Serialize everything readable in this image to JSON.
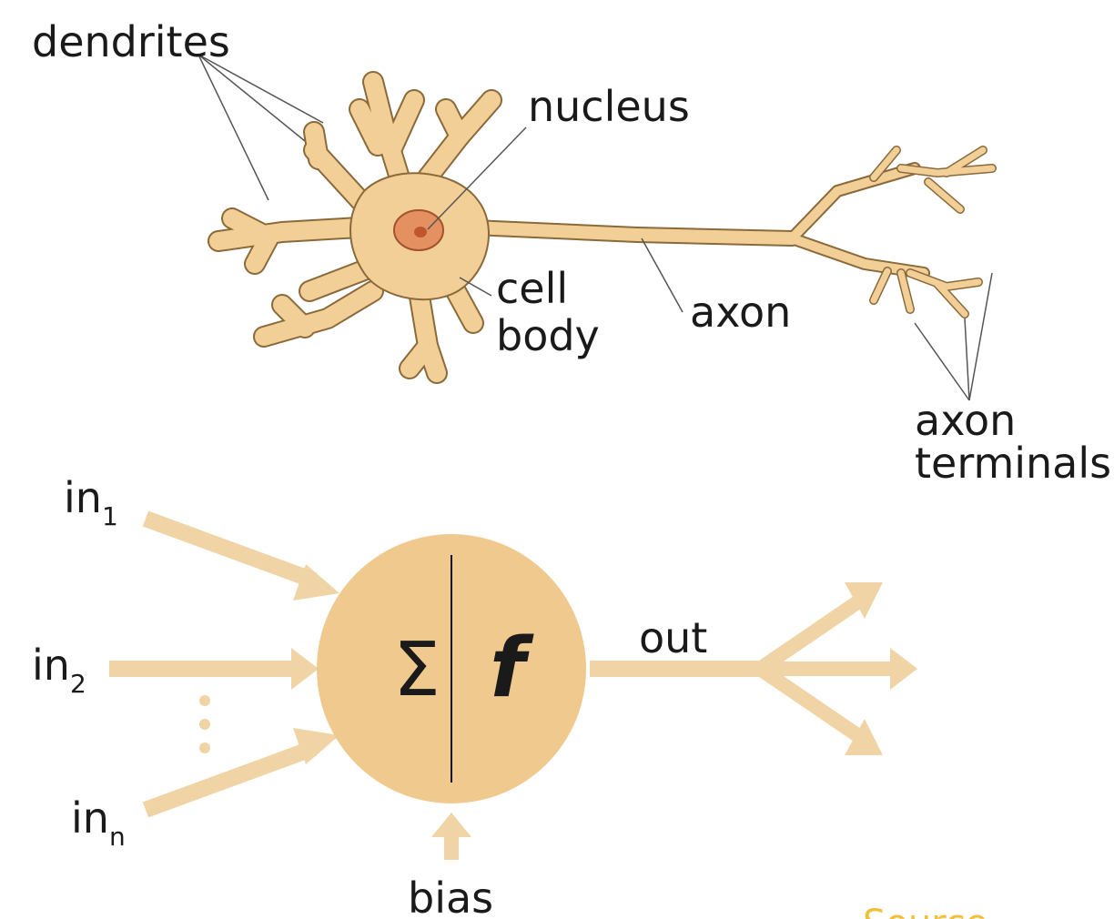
{
  "neuron": {
    "label_dendrites": "dendrites",
    "label_nucleus": "nucleus",
    "label_cell": "cell",
    "label_body": "body",
    "label_axon": "axon",
    "label_axon_terminals_1": "axon",
    "label_axon_terminals_2": "terminals"
  },
  "model": {
    "input_1_base": "in",
    "input_1_sub": "1",
    "input_2_base": "in",
    "input_2_sub": "2",
    "input_n_base": "in",
    "input_n_sub": "n",
    "sum_symbol": "Σ",
    "function_symbol": "f",
    "output_label": "out",
    "bias_label": "bias"
  },
  "footer": {
    "source_label": "Source"
  },
  "colors": {
    "neuron_fill": "#f3cf98",
    "neuron_stroke": "#8a6a3a",
    "nucleus_fill": "#e59060",
    "arrow_fill": "#f0d4a6",
    "body_fill": "#f0c98f",
    "source_color": "#f2bf3a"
  }
}
